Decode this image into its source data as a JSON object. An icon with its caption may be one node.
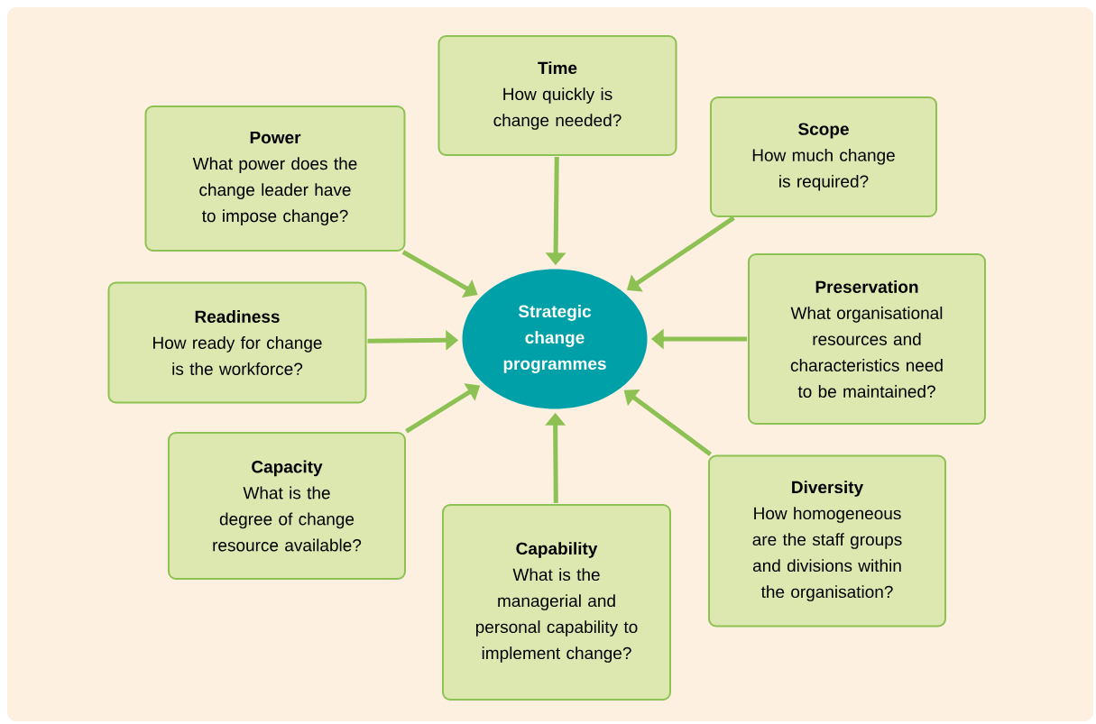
{
  "diagram": {
    "nodes": [
      {
        "text": [
          "Strategic change programmes"
        ]
      },
      {
        "text": [
          "Time",
          "How quickly is change needed?"
        ]
      },
      {
        "text": [
          "Power",
          "What power does the change leader have to impose change?"
        ]
      },
      {
        "text": [
          "Scope",
          "How much change is required?"
        ]
      },
      {
        "text": [
          "Readiness",
          "How ready for change is the workforce?"
        ]
      },
      {
        "text": [
          "Preservation",
          "What organisational resources and characteristics need to be maintained?"
        ]
      },
      {
        "text": [
          "Capacity",
          "What is the degree of change resource available?"
        ]
      },
      {
        "text": [
          "Diversity",
          "How homogeneous are the staff groups and divisions within the organisation?"
        ]
      },
      {
        "text": [
          "Capability",
          "What is the managerial and personal capability to implement change?"
        ]
      }
    ],
    "edges": [
      {
        "from": 1,
        "to": 0,
        "arrow": "to"
      },
      {
        "from": 2,
        "to": 0,
        "arrow": "to"
      },
      {
        "from": 3,
        "to": 0,
        "arrow": "to"
      },
      {
        "from": 4,
        "to": 0,
        "arrow": "to"
      },
      {
        "from": 5,
        "to": 0,
        "arrow": "to"
      },
      {
        "from": 6,
        "to": 0,
        "arrow": "to"
      },
      {
        "from": 7,
        "to": 0,
        "arrow": "to"
      },
      {
        "from": 8,
        "to": 0,
        "arrow": "to"
      }
    ]
  }
}
